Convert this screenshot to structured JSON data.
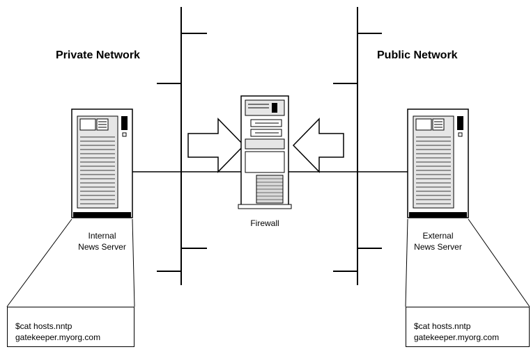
{
  "networks": {
    "private_title": "Private Network",
    "public_title": "Public Network"
  },
  "firewall": {
    "label": "Firewall"
  },
  "internal_server": {
    "label_line1": "Internal",
    "label_line2": "News Server",
    "file_line1": "$cat hosts.nntp",
    "file_line2": "gatekeeper.myorg.com"
  },
  "external_server": {
    "label_line1": "External",
    "label_line2": "News Server",
    "file_line1": "$cat hosts.nntp",
    "file_line2": "gatekeeper.myorg.com"
  },
  "icons": [
    "server-icon",
    "firewall-icon",
    "arrow-right-icon",
    "arrow-left-icon"
  ]
}
